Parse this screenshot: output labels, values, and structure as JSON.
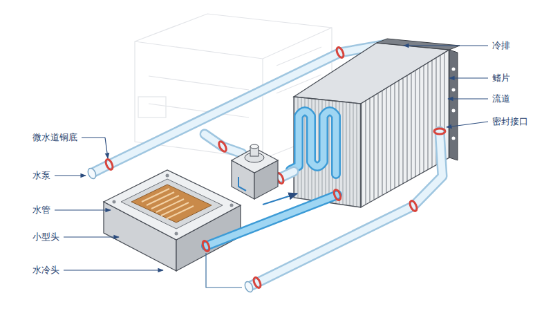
{
  "diagram": {
    "labels": [
      "冷排",
      "鳍片",
      "流道",
      "密封接口",
      "微水道铜底",
      "水泵",
      "水管",
      "小型头",
      "水冷头"
    ]
  }
}
